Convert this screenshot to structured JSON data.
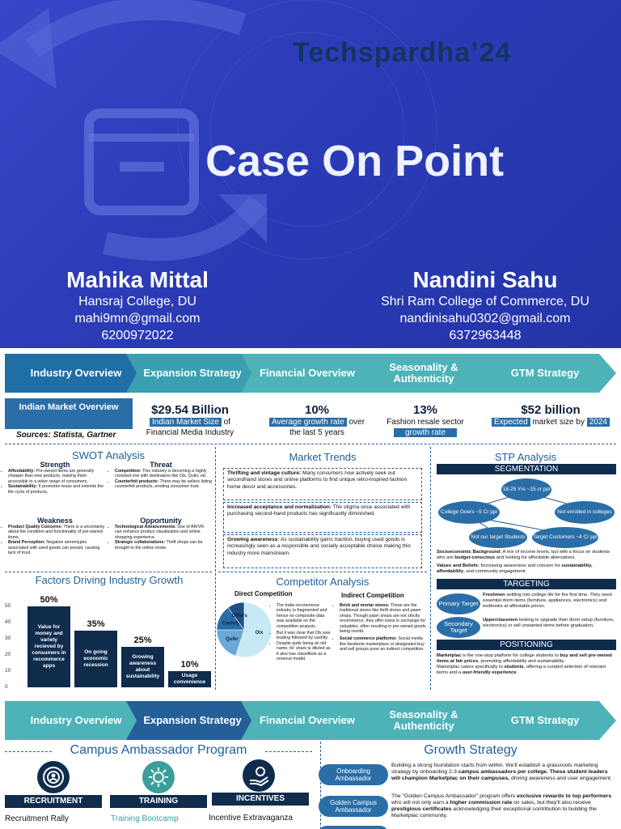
{
  "header": {
    "event": "Techspardha’24",
    "title": "Case On Point",
    "people": [
      {
        "name": "Mahika Mittal",
        "college": "Hansraj College, DU",
        "email": "mahi9mn@gmail.com",
        "phone": "6200972022"
      },
      {
        "name": "Nandini Sahu",
        "college": "Shri Ram College of Commerce, DU",
        "email": "nandinisahu0302@gmail.com",
        "phone": "6372963448"
      }
    ]
  },
  "nav": {
    "items": [
      "Industry Overview",
      "Expansion Strategy",
      "Financial Overview",
      "Seasonality & Authenticity",
      "GTM Strategy"
    ]
  },
  "overview": {
    "box_title": "Indian Market Overview",
    "sources": "Sources: Statista, Gartner",
    "stats": [
      {
        "value": "$29.54 Billion",
        "hl": "Indian Market Size",
        "rest1": " of",
        "line2": "Financial Media Industry"
      },
      {
        "value": "10%",
        "hl": "Average growth rate",
        "rest1": " over",
        "line2": "the last 5 years"
      },
      {
        "value": "13%",
        "pre": "Fashion resale sector",
        "hl": "growth rate"
      },
      {
        "value": "$52 billion",
        "hl": "Expected",
        "rest1": " market size by ",
        "hl2": "2024"
      }
    ]
  },
  "swot": {
    "title": "SWOT Analysis",
    "strength": {
      "head": "Strength",
      "items": [
        {
          "b": "Affordability:",
          "t": " Pre-owned items are generally cheaper than new products, making them accessible to a wider range of consumers."
        },
        {
          "b": "Sustainability:",
          "t": " It promotes reuse and extends the life cycle of products,"
        }
      ]
    },
    "threat": {
      "head": "Threat",
      "items": [
        {
          "b": "Competition:",
          "t": " This industry is becoming a highly crowded one with dominators like Olx, Quikr, etc"
        },
        {
          "b": "Counterfeit products:",
          "t": " There may be sellers listing counterfeit products, eroding consumer trust."
        }
      ]
    },
    "weakness": {
      "head": "Weakness",
      "items": [
        {
          "b": "Product Quality Concerns:",
          "t": " There is a uncertainty about the condition and functionality of pre-owned items."
        },
        {
          "b": "Brand Perception:",
          "t": " Negative stereotypes associated with used goods can persist, causing lack of trust."
        }
      ]
    },
    "opportunity": {
      "head": "Opportunity",
      "items": [
        {
          "b": "Technological Advancements:",
          "t": " Use of AR/VR can enhance product visualization and online shopping experience."
        },
        {
          "b": "Strategic collaborations:",
          "t": " Thrift shops can be brought to the online mode."
        }
      ]
    }
  },
  "trends": {
    "title": "Market Trends",
    "items": [
      {
        "b": "Thrifting and vintage culture:",
        "t": " Many consumers now actively seek out secondhand stores and online platforms to find unique retro-inspired fashion home decor and accessories."
      },
      {
        "b": "Increased acceptance and normalization:",
        "t": " The stigma once associated with purchasing second-hand products has significantly diminished."
      },
      {
        "b": "Growing awareness:",
        "t": " As sustainability gains traction, buying used goods is increasingly seen as a responsible and socially acceptable choice making this industry more mainstream."
      }
    ]
  },
  "stp": {
    "title": "STP Analysis",
    "segmentation": "SEGMENTATION",
    "nodes": {
      "top": "18-25 Yrs ~15 cr ppl",
      "left": "College Goers ~5 Cr ppl",
      "right": "Not enrolled in colleges",
      "bl": "Not our target Students",
      "br": "Target Customers ~4 Cr ppl"
    },
    "socio_b": "Socioeconomic Background:",
    "socio_t": " A mix of income levels, but with a focus on students who are ",
    "socio_b2": "budget-conscious",
    "socio_t2": " and looking for affordable alternatives.",
    "values_b": "Values and Beliefs:",
    "values_t": " Increasing awareness and concern for ",
    "values_b2": "sustainability, affordability",
    "values_t2": ", and community engagement.",
    "targeting": "TARGETING",
    "primary": "Primary Target",
    "primary_b": "Freshmen",
    "primary_t": " settling into college life for the first time. They need essential dorm items (furniture, appliances, electronics) and textbooks at affordable prices.",
    "secondary": "Secondary Target",
    "secondary_b": "Upperclassmen",
    "secondary_t": " looking to upgrade their dorm setup (furniture, electronics) or sell unwanted items before graduation.",
    "positioning": "POSITIONING",
    "pos_b1": "Marketplac",
    "pos_t1": " is the one-stop platform for college students to ",
    "pos_b2": "buy and sell pre-owned items at fair prices",
    "pos_t2": ", promoting affordability and sustainability.",
    "pos_t3": "Marketplac caters specifically to ",
    "pos_b3": "students",
    "pos_t4": ", offering a curated selection of relevant items and a ",
    "pos_b4": "user-friendly experience",
    "pos_t5": "."
  },
  "factors": {
    "title": "Factors Driving Industry Growth",
    "chart_data": {
      "type": "bar",
      "categories": [
        "Value for money and variety recieved by consumers in recommerce apps",
        "On going economic recession",
        "Growing awareness about sustainability",
        "Usage convenience"
      ],
      "values": [
        50,
        35,
        25,
        10
      ],
      "labels": [
        "50%",
        "35%",
        "25%",
        "10%"
      ],
      "ylim": [
        0,
        50
      ],
      "yticks": [
        0,
        10,
        20,
        30,
        40,
        50
      ],
      "grid": false
    }
  },
  "competitor": {
    "title": "Competitor Analysis",
    "direct_title": "Direct Competition",
    "indirect_title": "Indirect Competition",
    "pie": {
      "labels": [
        "Olx",
        "Quikr",
        "Cashify",
        "Others"
      ],
      "values": [
        55,
        20,
        15,
        10
      ]
    },
    "direct_items": [
      "The India recommerce industry is fragmented and hence no composite data was available on the competition analysis.",
      "But it was clear that Olx was leading followed by cashify.",
      "Despite quikr being an old name, its' share is diluted as it also has classifieds as a revenue model."
    ],
    "indirect_items": [
      {
        "b": "Brick and mortar stores:",
        "t": " These are the traditional stores like thrift stores and pawn shops. Though pawn shops are not strictly recommerce, they offer loans in exchange for valuables, often resulting in pre-owned goods being resold."
      },
      {
        "b": "Social commerce platforms:",
        "t": " Social media like facebook marketplace or designated buy and sell groups pose an indirect competition."
      }
    ]
  },
  "ambassador": {
    "title": "Campus Ambassador Program",
    "bars": [
      "RECRUITMENT",
      "TRAINING",
      "INCENTIVES"
    ],
    "subs": [
      "Recruitment Rally",
      "Training Bootcamp",
      "Incentive Extravaganza"
    ]
  },
  "growth": {
    "title": "Growth Strategy",
    "pills": [
      "Onboarding Ambassador",
      "Golden Campus Ambassador"
    ],
    "p1": "Building a strong foundation starts from within. We'll establish a grassroots marketing strategy by onboarding 2-3 ",
    "p1b": "campus ambassadors per college. These student leaders will champion Marketplac on their campuses,",
    "p1c": " driving awareness and user engagement.",
    "p2": "The \"Golden Campus Ambassador\" program offers ",
    "p2b": "exclusive rewards to top performers",
    "p2c": " who will not only earn a ",
    "p2d": "higher commission rate",
    "p2e": " on sales, but they'll also receive ",
    "p2f": "prestigious certificates",
    "p2g": " acknowledging their exceptional contribution to building the Marketplac community."
  }
}
